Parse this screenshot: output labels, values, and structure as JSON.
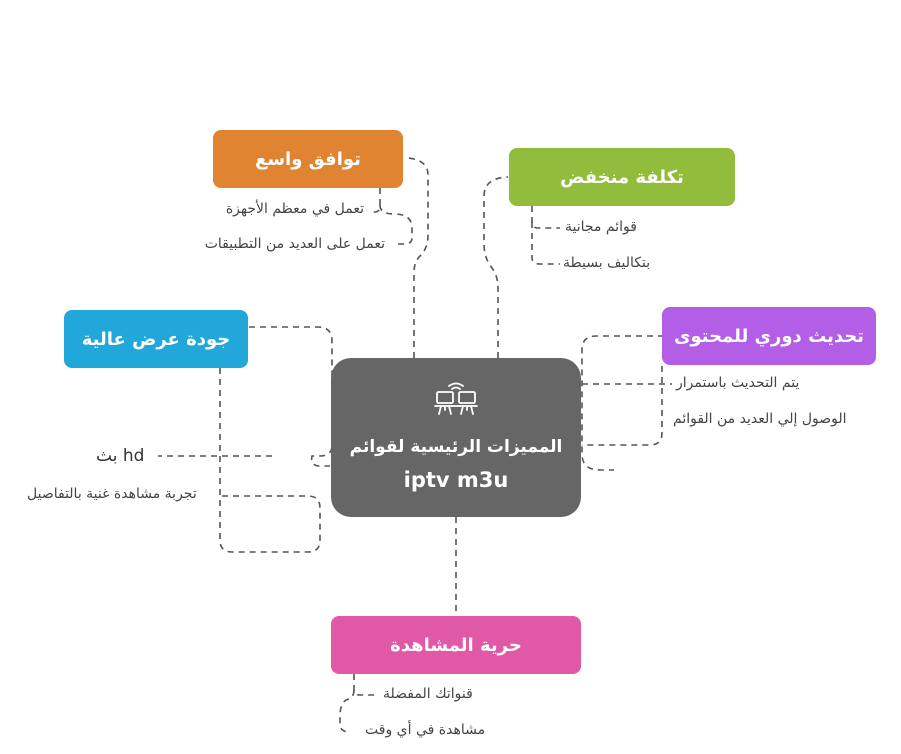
{
  "center": {
    "title": "المميزات الرئيسية لقوائم",
    "subtitle": "iptv m3u"
  },
  "colors": {
    "center": "#666666",
    "orange": "#E08431",
    "green": "#92BC3B",
    "blue": "#21A7DA",
    "purple": "#B25EE6",
    "pink": "#E159A6",
    "line": "#555555",
    "leaf_text": "#444444"
  },
  "branches": {
    "compat": {
      "label": "توافق واسع",
      "leaves": [
        "تعمل في معظم الأجهزة",
        "تعمل على العديد من التطبيقات"
      ]
    },
    "cost": {
      "label": "تكلفة منخفض",
      "leaves": [
        "قوائم مجانية",
        "بتكاليف بسيطة"
      ]
    },
    "quality": {
      "label": "جودة عرض عالية",
      "leaves": [
        "hd بث",
        "تجربة مشاهدة غنية بالتفاصيل"
      ]
    },
    "update": {
      "label": "تحديث دوري للمحتوى",
      "leaves": [
        "يتم التحديث باستمرار",
        "الوصول إلي العديد من القوائم"
      ]
    },
    "freedom": {
      "label": "حرية المشاهدة",
      "leaves": [
        "قنواتك المفضلة",
        "مشاهدة في أي وقت"
      ]
    }
  }
}
